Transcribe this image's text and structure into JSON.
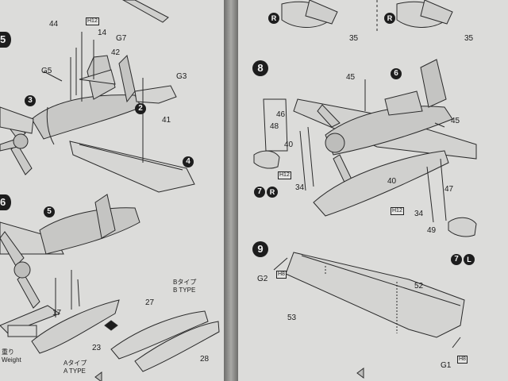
{
  "left_page": {
    "step5": {
      "number": "5",
      "parts": [
        "44",
        "H12",
        "14",
        "G7",
        "G5",
        "42",
        "G3",
        "3",
        "2",
        "41",
        "4"
      ]
    },
    "step6": {
      "number": "6",
      "parts": [
        "5",
        "17",
        "23",
        "27",
        "28"
      ],
      "weight_label_jp": "重り",
      "weight_label_en": "Weight",
      "a_type_jp": "Aタイプ",
      "a_type_en": "A TYPE",
      "b_type_jp": "Bタイプ",
      "b_type_en": "B TYPE"
    }
  },
  "right_page": {
    "step7_top": {
      "parts": [
        "35",
        "35"
      ],
      "side_r": "R"
    },
    "step8": {
      "number": "8",
      "parts": [
        "45",
        "6",
        "45",
        "46",
        "48",
        "40",
        "H12",
        "34",
        "40",
        "47",
        "H12",
        "34",
        "49"
      ],
      "side_r": "R",
      "side_l": "L",
      "seven": "7"
    },
    "step9": {
      "number": "9",
      "parts": [
        "G2",
        "H8",
        "52",
        "53",
        "G1",
        "H8"
      ]
    }
  }
}
